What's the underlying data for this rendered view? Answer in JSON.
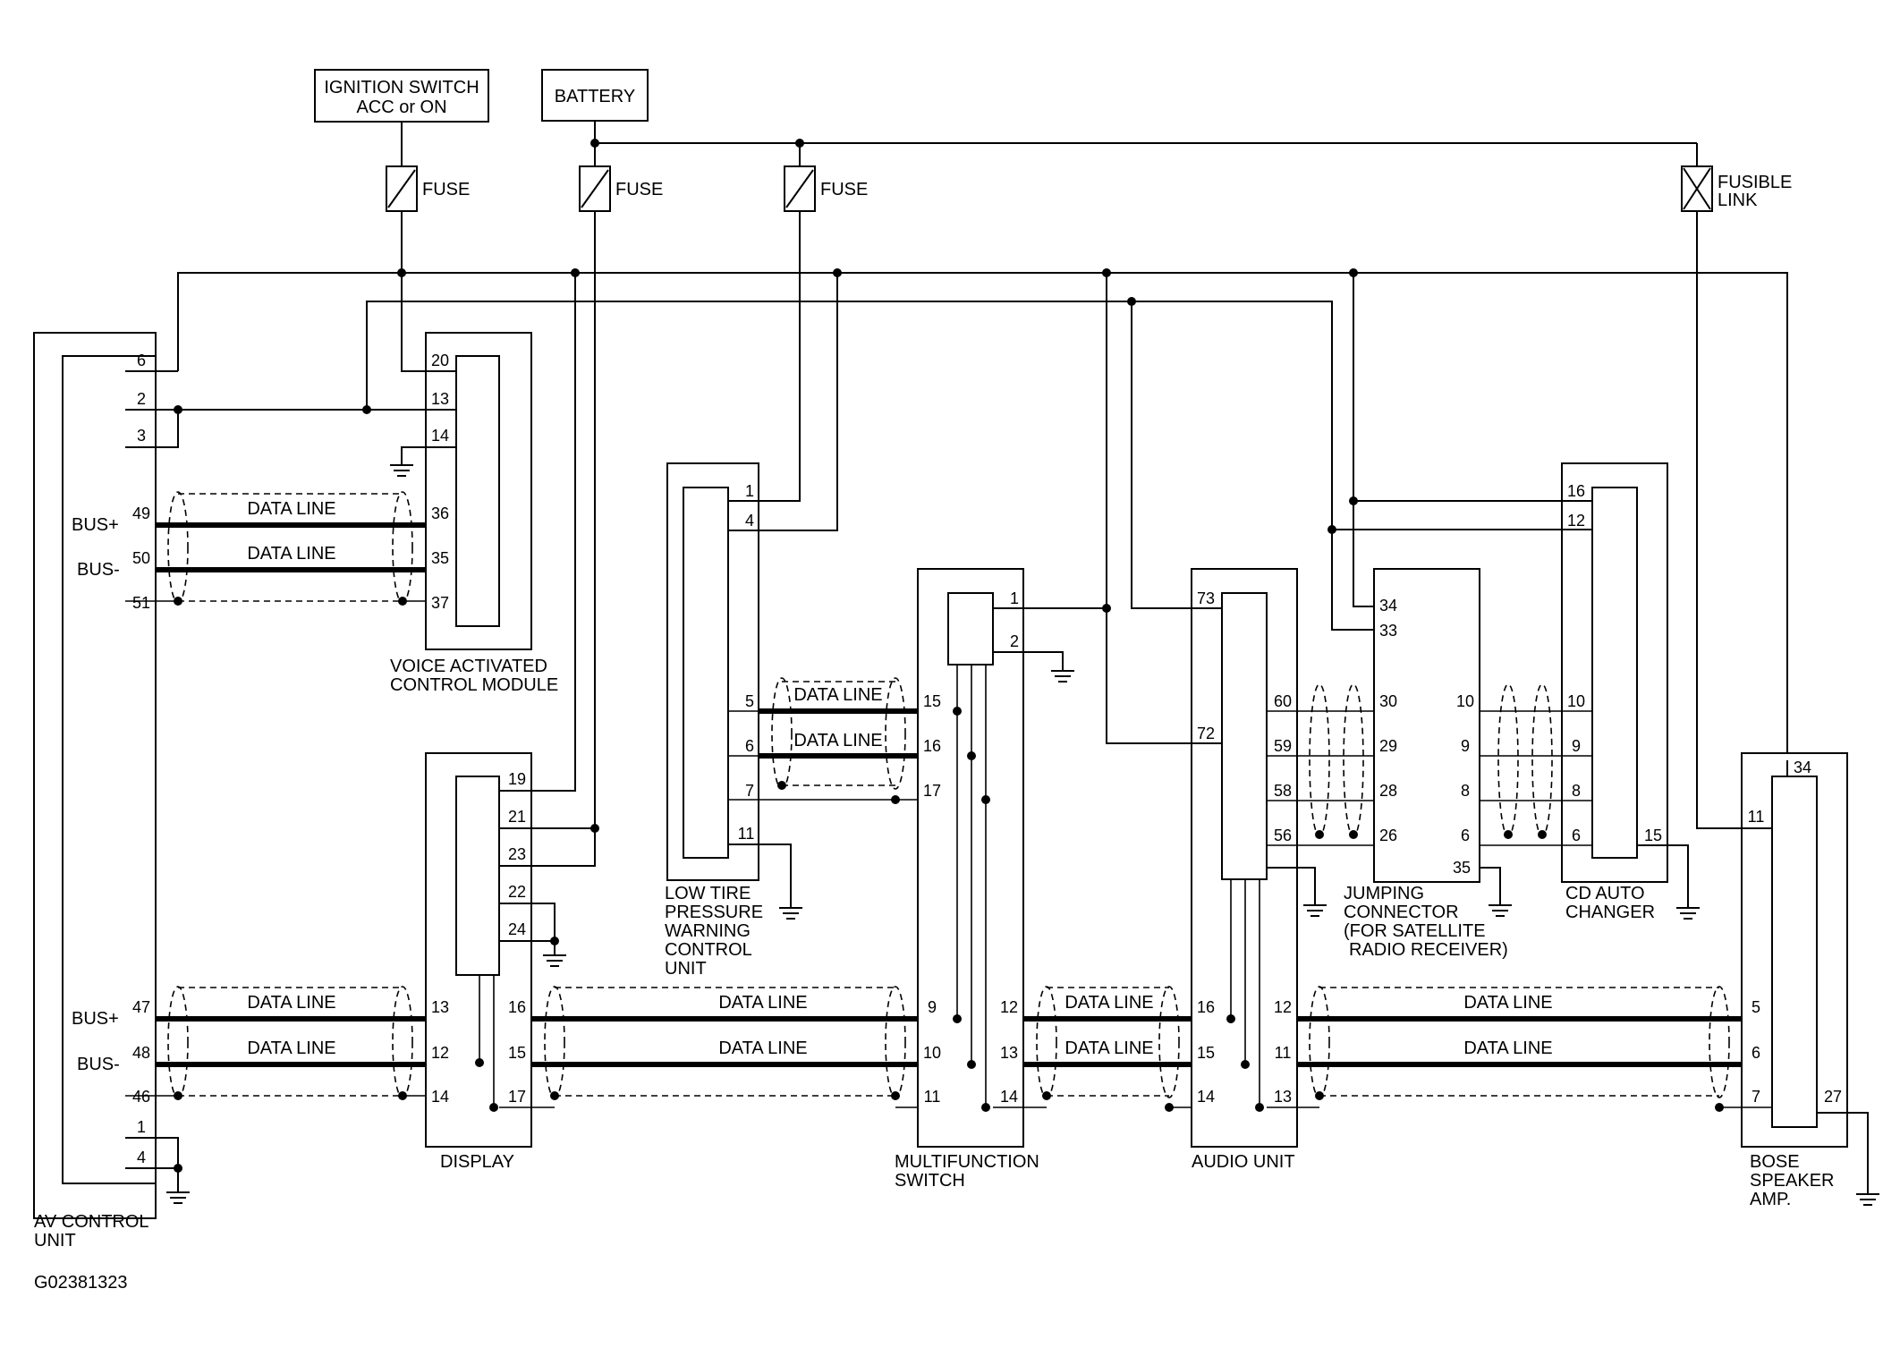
{
  "sources": {
    "ignition_switch": [
      "IGNITION SWITCH",
      "ACC or ON"
    ],
    "battery": "BATTERY",
    "fuse": "FUSE",
    "fusible_link": [
      "FUSIBLE",
      "LINK"
    ]
  },
  "bus_labels": {
    "plus": "BUS+",
    "minus": "BUS-"
  },
  "data_line": "DATA LINE",
  "components": {
    "av_control_unit": [
      "AV CONTROL",
      "UNIT"
    ],
    "voice_module": [
      "VOICE ACTIVATED",
      "CONTROL MODULE"
    ],
    "display": "DISPLAY",
    "low_tire": [
      "LOW TIRE",
      "PRESSURE",
      "WARNING",
      "CONTROL",
      "UNIT"
    ],
    "multifunction_switch": [
      "MULTIFUNCTION",
      "SWITCH"
    ],
    "audio_unit": "AUDIO UNIT",
    "jumping_connector": [
      "JUMPING",
      "CONNECTOR",
      "(FOR SATELLITE",
      "RADIO RECEIVER)"
    ],
    "cd_auto_changer": [
      "CD AUTO",
      "CHANGER"
    ],
    "bose_amp": [
      "BOSE",
      "SPEAKER",
      "AMP."
    ]
  },
  "pins": {
    "av": [
      "6",
      "2",
      "3",
      "49",
      "50",
      "51",
      "47",
      "48",
      "46",
      "1",
      "4"
    ],
    "voice": [
      "20",
      "13",
      "14",
      "36",
      "35",
      "37"
    ],
    "display": [
      "19",
      "21",
      "23",
      "22",
      "24",
      "13",
      "12",
      "14",
      "16",
      "15",
      "17"
    ],
    "low_tire": [
      "1",
      "4",
      "5",
      "6",
      "7",
      "11"
    ],
    "multi": [
      "1",
      "2",
      "15",
      "16",
      "17",
      "9",
      "10",
      "11",
      "12",
      "13",
      "14"
    ],
    "audio": [
      "73",
      "72",
      "60",
      "59",
      "58",
      "56",
      "16",
      "15",
      "14",
      "12",
      "11",
      "13"
    ],
    "jumping": [
      "34",
      "33",
      "30",
      "29",
      "28",
      "26",
      "10",
      "9",
      "8",
      "6",
      "35"
    ],
    "cd": [
      "16",
      "12",
      "10",
      "9",
      "8",
      "6",
      "15"
    ],
    "bose": [
      "34",
      "11",
      "5",
      "6",
      "7",
      "27"
    ]
  },
  "figure_id": "G02381323"
}
